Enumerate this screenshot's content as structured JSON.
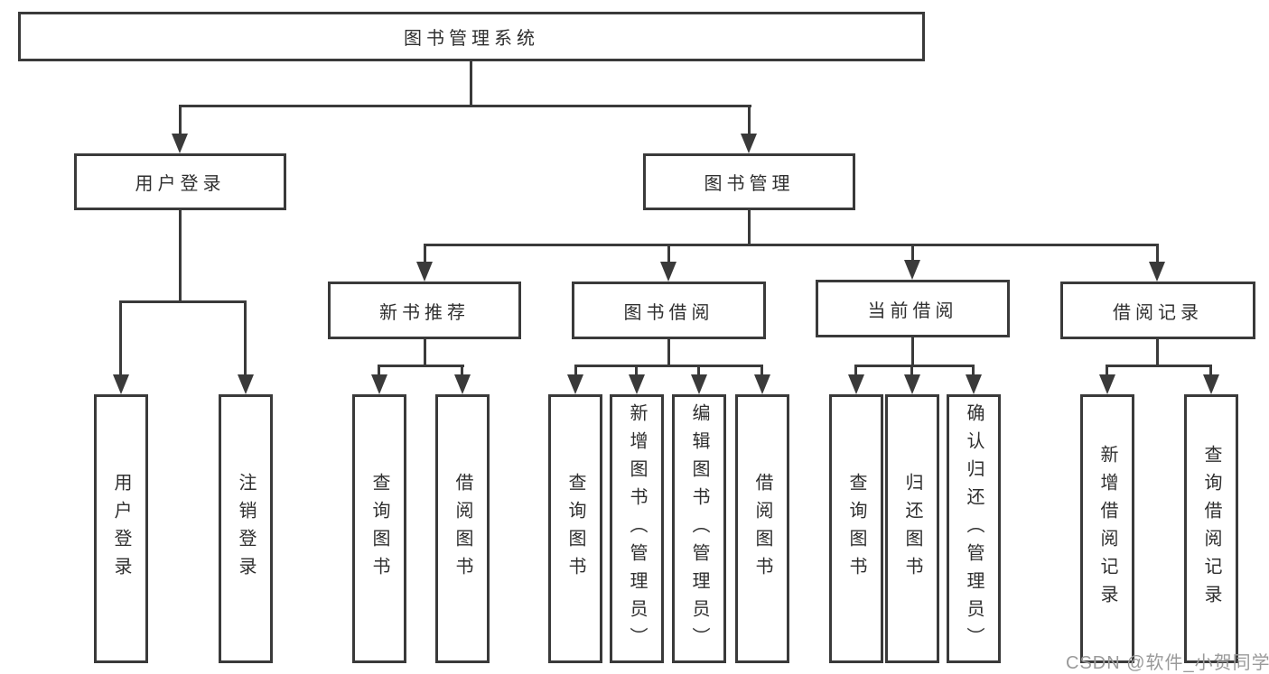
{
  "diagram": {
    "title": "图书管理系统",
    "type": "functional-structure-tree",
    "nodes": {
      "root": "图书管理系统",
      "user_login": "用户登录",
      "book_mgmt": "图书管理",
      "new_book_rec": "新书推荐",
      "book_borrow": "图书借阅",
      "current_borrow": "当前借阅",
      "borrow_records": "借阅记录",
      "leaf_user_login": "用户登录",
      "leaf_logout": "注销登录",
      "rec_query_book": "查询图书",
      "rec_borrow_book": "借阅图书",
      "bb_query_book": "查询图书",
      "bb_add_book": "新增图书（管理员）",
      "bb_edit_book": "编辑图书（管理员）",
      "bb_borrow_book": "借阅图书",
      "cb_query_book": "查询图书",
      "cb_return_book": "归还图书",
      "cb_confirm_return": "确认归还（管理员）",
      "br_add_record": "新增借阅记录",
      "br_query_record": "查询借阅记录"
    },
    "hierarchy": {
      "图书管理系统": {
        "用户登录": [
          "用户登录",
          "注销登录"
        ],
        "图书管理": {
          "新书推荐": [
            "查询图书",
            "借阅图书"
          ],
          "图书借阅": [
            "查询图书",
            "新增图书（管理员）",
            "编辑图书（管理员）",
            "借阅图书"
          ],
          "当前借阅": [
            "查询图书",
            "归还图书",
            "确认归还（管理员）"
          ],
          "借阅记录": [
            "新增借阅记录",
            "查询借阅记录"
          ]
        }
      }
    },
    "colors": {
      "line": "#3a3a3a",
      "text": "#2f2f2f",
      "node_background": "#ffffff",
      "page_background": "#ffffff",
      "watermark_text": "#9a9a9a"
    }
  },
  "watermark": "CSDN @软件_小贺同学"
}
